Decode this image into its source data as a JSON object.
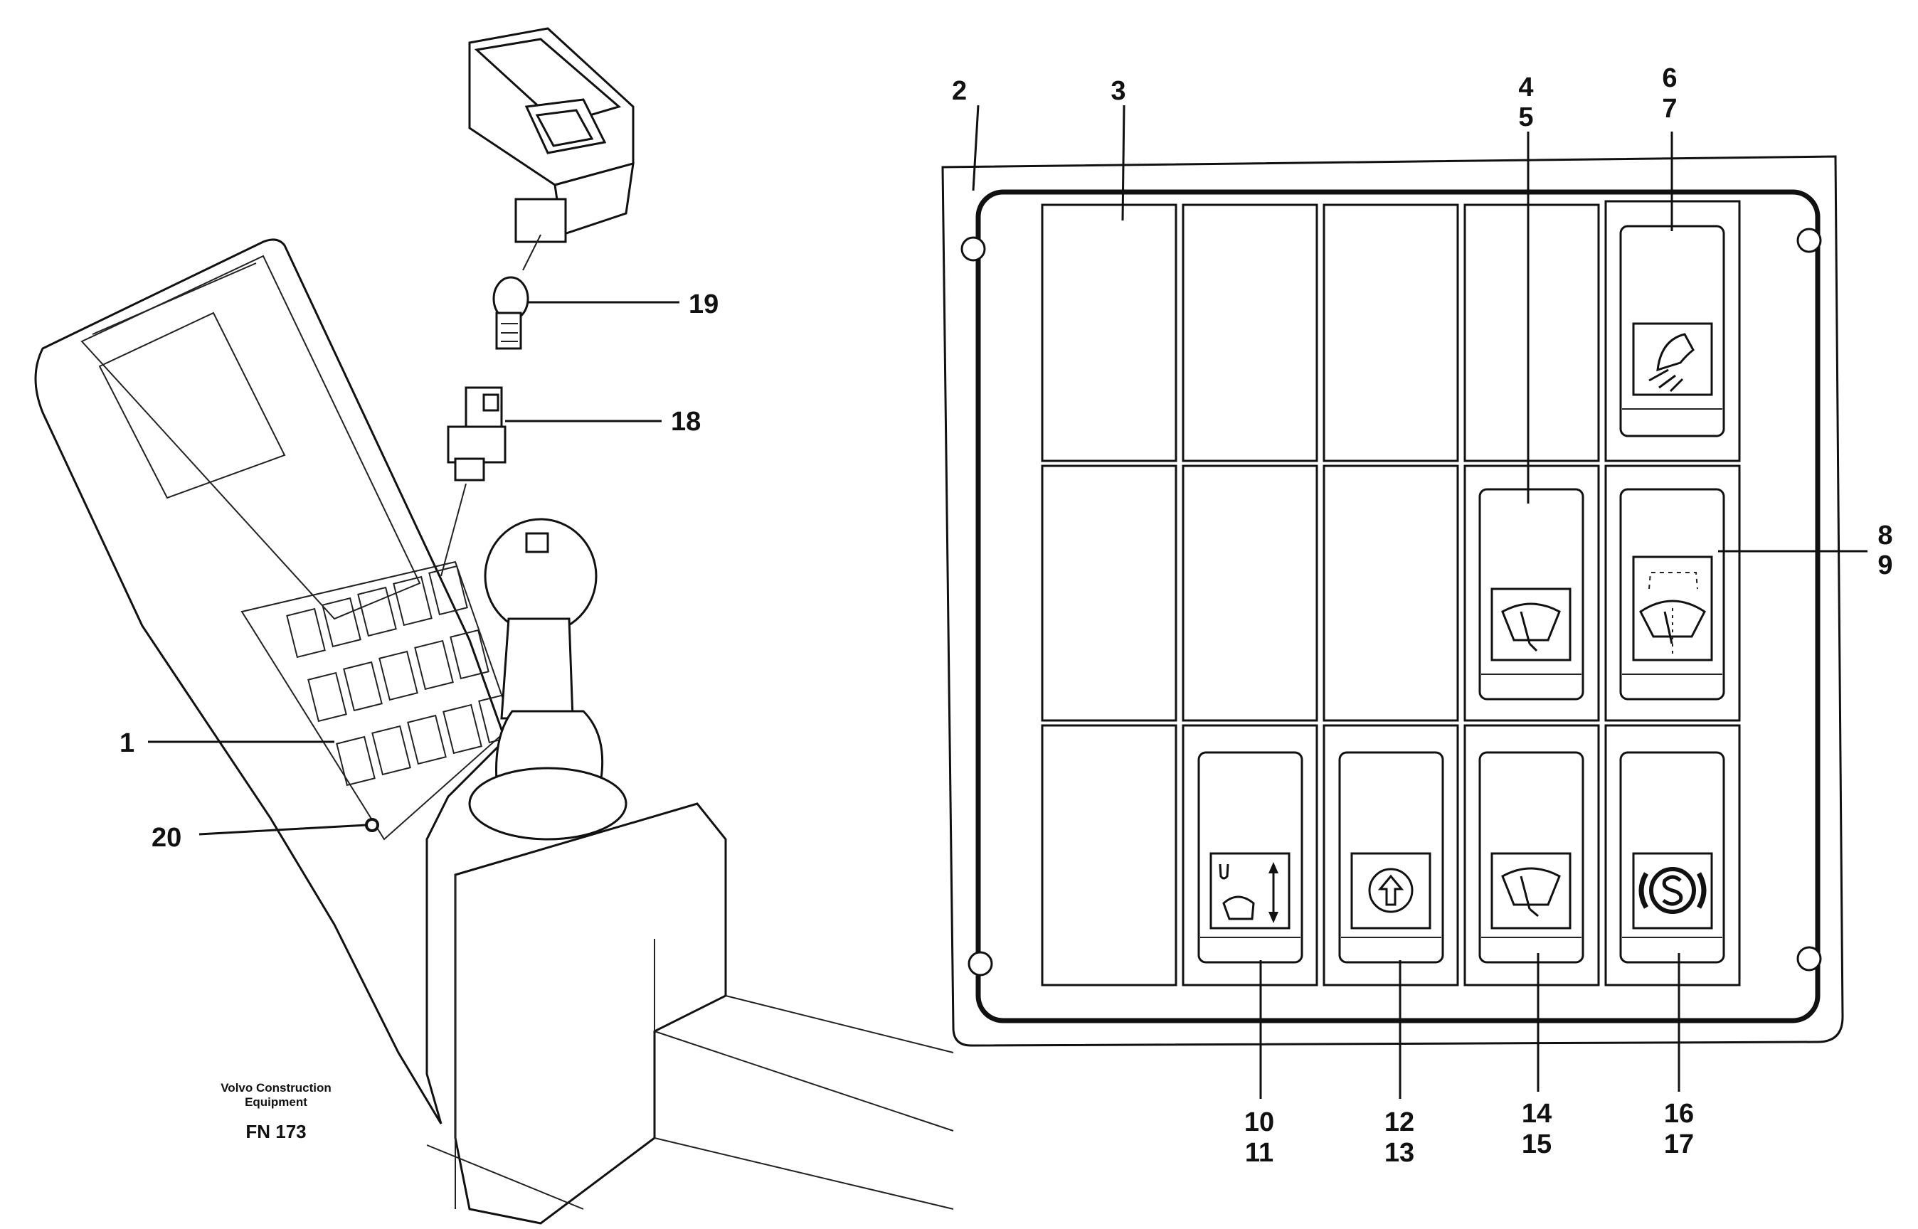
{
  "left_view": {
    "labels": {
      "console": "1",
      "screw": "20",
      "socket": "18",
      "bulb": "19"
    },
    "footer": {
      "brand_line1": "Volvo Construction",
      "brand_line2": "Equipment",
      "code": "FN 173"
    }
  },
  "right_view": {
    "labels": {
      "frame": "2",
      "blank_cover": "3",
      "wiper_switch_a": "4",
      "wiper_switch_b": "5",
      "work_light_a": "6",
      "work_light_b": "7",
      "washer_a": "8",
      "washer_b": "9",
      "bucket_a": "10",
      "bucket_b": "11",
      "arrow_a": "12",
      "arrow_b": "13",
      "wiper_int_a": "14",
      "wiper_int_b": "15",
      "brake_a": "16",
      "brake_b": "17"
    },
    "icons": {
      "work_light": "work-light-icon",
      "wiper": "wiper-icon",
      "washer": "washer-icon",
      "bucket": "bucket-float-icon",
      "arrow": "arrow-up-circle-icon",
      "wiper_int": "wiper-interval-icon",
      "brake": "parking-brake-icon"
    }
  }
}
